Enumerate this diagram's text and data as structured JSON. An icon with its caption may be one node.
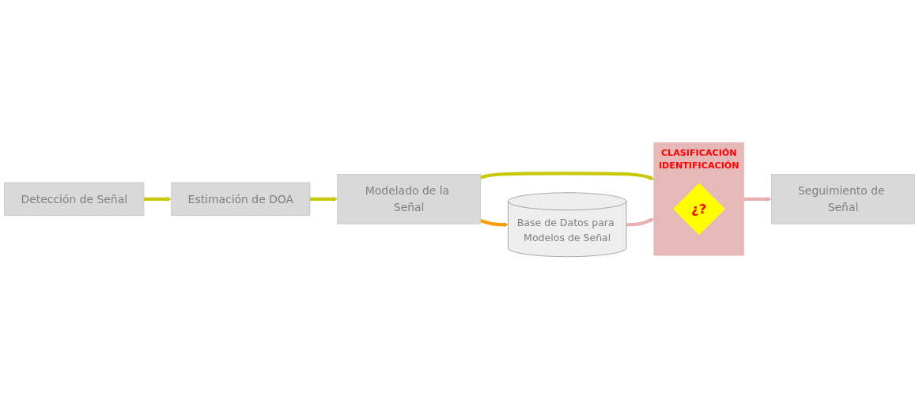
{
  "diagram": {
    "nodes": [
      {
        "text": [
          "Detección de Señal"
        ]
      },
      {
        "text": [
          "Estimación de DOA"
        ]
      },
      {
        "text": [
          "Modelado de la Señal"
        ]
      },
      {
        "text": [
          "CLASIFICACIÓN",
          "IDENTIFICACIÓN"
        ]
      },
      {
        "text": [
          "¿?"
        ],
        "in": 3
      },
      {
        "text": [
          "Seguimiento de Señal"
        ]
      },
      {
        "text": [
          "Base de Datos para Modelos de Señal"
        ]
      }
    ],
    "edges": [
      {
        "from": 0,
        "to": 1,
        "arrow": "to"
      },
      {
        "from": 1,
        "to": 2,
        "arrow": "to"
      },
      {
        "from": 2,
        "to": 3,
        "arrow": "to"
      },
      {
        "from": 2,
        "to": 6,
        "arrow": "to",
        "color": "#ff9900"
      },
      {
        "from": 6,
        "to": 3,
        "arrow": "to",
        "color": "#e6b0b0"
      },
      {
        "from": 3,
        "to": 5,
        "arrow": "to",
        "color": "#e6b0b0"
      }
    ]
  }
}
